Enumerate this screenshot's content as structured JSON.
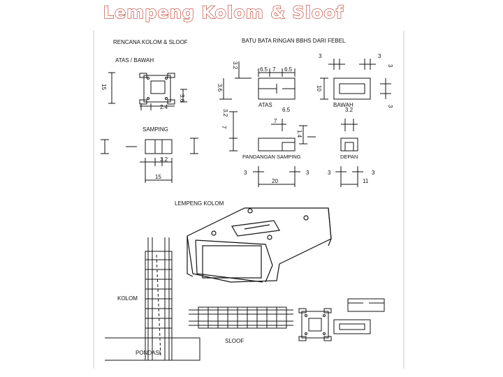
{
  "title": "Lempeng Kolom & Sloof",
  "labels": {
    "rencana": "RENCANA KOLOM & SLOOF",
    "atas_bawah": "ATAS / BAWAH",
    "samping": "SAMPING",
    "batu_bata": "BATU BATA RINGAN BBHS DARI FEBEL",
    "atas": "ATAS",
    "bawah": "BAWAH",
    "pandangan_samping": "PANDANGAN SAMPING",
    "depan": "DEPAN",
    "lempeng_kolom": "LEMPENG KOLOM",
    "kolom": "KOLOM",
    "sloof": "SLOOF",
    "pondasi": "PONDASI"
  },
  "dims": {
    "d15_a": "15",
    "d24": "2.4",
    "d36_a": "3.6",
    "d32": "3.2",
    "d15_b": "15",
    "d32_b": "3.2",
    "d65_a": "6.5",
    "d7_a": "7",
    "d65_b": "6.5",
    "d36_b": "3.6",
    "d10": "10",
    "d3_a": "3",
    "d3_b": "3",
    "d3_c": "3",
    "d3_d": "3",
    "d32_c": "3.2",
    "d65_c": "6.5",
    "d7_b": "7",
    "d7_c": "7",
    "d14": "1.4",
    "d32_d": "3.2",
    "d3_e": "3",
    "d3_f": "3",
    "d3_g": "3",
    "d3_h": "3",
    "d20": "20",
    "d11": "11"
  }
}
